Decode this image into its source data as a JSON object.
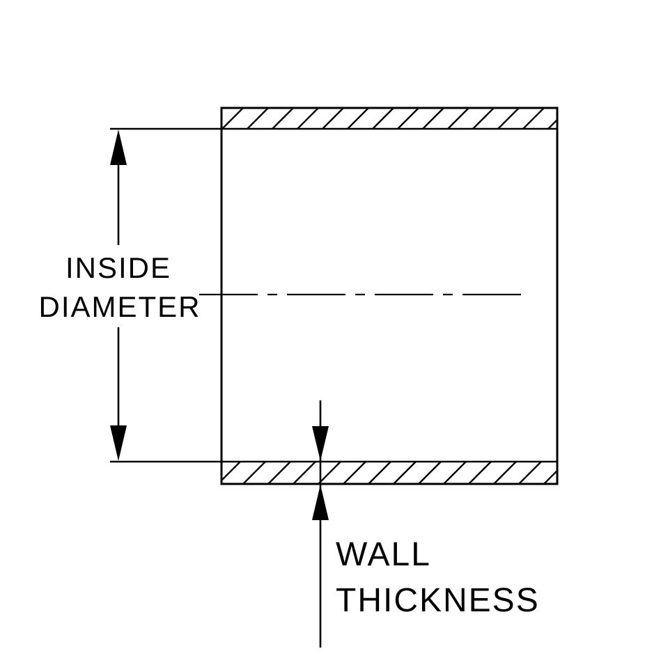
{
  "diagram": {
    "title": "hose-coupler-cross-section-dimension-drawing",
    "labels": {
      "inside_diameter_line1": "INSIDE",
      "inside_diameter_line2": "DIAMETER",
      "wall_thickness_line1": "WALL",
      "wall_thickness_line2": "THICKNESS"
    },
    "colors": {
      "line": "#000000",
      "background": "#ffffff"
    }
  }
}
